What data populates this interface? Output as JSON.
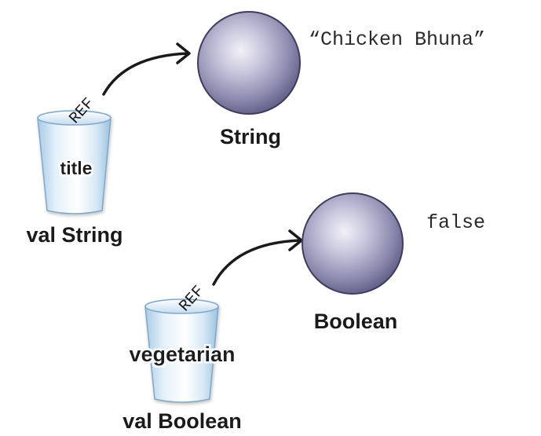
{
  "diagram": {
    "variables": [
      {
        "name": "title",
        "declaration": "val String",
        "reference_label": "REF",
        "object_type": "String",
        "object_value": "“Chicken Bhuna”",
        "colors": {
          "object_fill": "#8c89b0",
          "cup_fill": "#d8eaf6"
        }
      },
      {
        "name": "vegetarian",
        "declaration": "val Boolean",
        "reference_label": "REF",
        "object_type": "Boolean",
        "object_value": "false",
        "colors": {
          "object_fill": "#8c89b0",
          "cup_fill": "#d8eaf6"
        }
      }
    ]
  }
}
